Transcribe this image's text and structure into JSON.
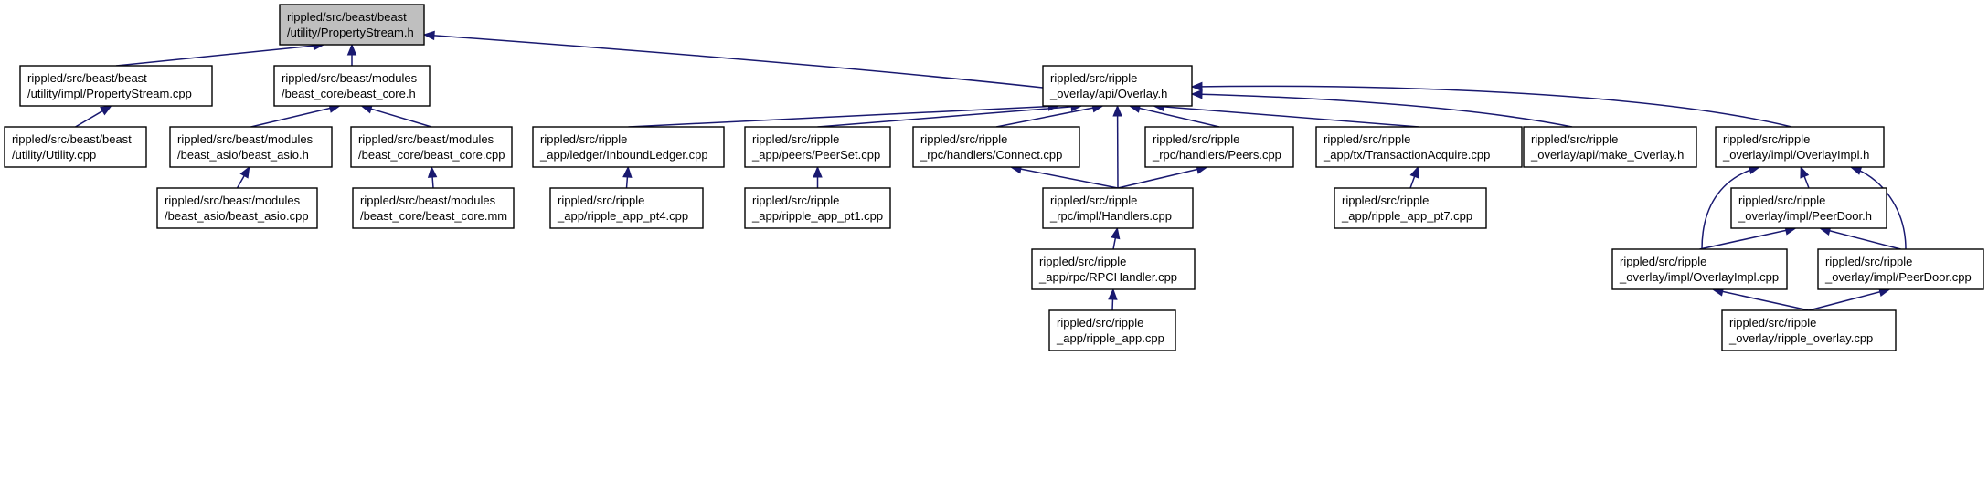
{
  "diagram": {
    "title": "",
    "nodes": [
      {
        "id": "n0",
        "lines": [
          "rippled/src/beast/beast",
          "/utility/PropertyStream.h"
        ],
        "highlight": true
      },
      {
        "id": "n1",
        "lines": [
          "rippled/src/beast/beast",
          "/utility/impl/PropertyStream.cpp"
        ]
      },
      {
        "id": "n2",
        "lines": [
          "rippled/src/beast/modules",
          "/beast_core/beast_core.h"
        ]
      },
      {
        "id": "n3",
        "lines": [
          "rippled/src/ripple",
          "_overlay/api/Overlay.h"
        ]
      },
      {
        "id": "n4",
        "lines": [
          "rippled/src/beast/beast",
          "/utility/Utility.cpp"
        ]
      },
      {
        "id": "n5",
        "lines": [
          "rippled/src/beast/modules",
          "/beast_asio/beast_asio.h"
        ]
      },
      {
        "id": "n6",
        "lines": [
          "rippled/src/beast/modules",
          "/beast_core/beast_core.cpp"
        ]
      },
      {
        "id": "n7",
        "lines": [
          "rippled/src/beast/modules",
          "/beast_asio/beast_asio.cpp"
        ]
      },
      {
        "id": "n8",
        "lines": [
          "rippled/src/beast/modules",
          "/beast_core/beast_core.mm"
        ]
      },
      {
        "id": "n9",
        "lines": [
          "rippled/src/ripple",
          "_app/ledger/InboundLedger.cpp"
        ]
      },
      {
        "id": "n10",
        "lines": [
          "rippled/src/ripple",
          "_app/peers/PeerSet.cpp"
        ]
      },
      {
        "id": "n11",
        "lines": [
          "rippled/src/ripple",
          "_rpc/handlers/Connect.cpp"
        ]
      },
      {
        "id": "n12",
        "lines": [
          "rippled/src/ripple",
          "_rpc/handlers/Peers.cpp"
        ]
      },
      {
        "id": "n13",
        "lines": [
          "rippled/src/ripple",
          "_app/tx/TransactionAcquire.cpp"
        ]
      },
      {
        "id": "n14",
        "lines": [
          "rippled/src/ripple",
          "_overlay/api/make_Overlay.h"
        ]
      },
      {
        "id": "n15",
        "lines": [
          "rippled/src/ripple",
          "_overlay/impl/OverlayImpl.h"
        ]
      },
      {
        "id": "n16",
        "lines": [
          "rippled/src/ripple",
          "_app/ripple_app_pt4.cpp"
        ]
      },
      {
        "id": "n17",
        "lines": [
          "rippled/src/ripple",
          "_app/ripple_app_pt1.cpp"
        ]
      },
      {
        "id": "n18",
        "lines": [
          "rippled/src/ripple",
          "_rpc/impl/Handlers.cpp"
        ]
      },
      {
        "id": "n19",
        "lines": [
          "rippled/src/ripple",
          "_app/ripple_app_pt7.cpp"
        ]
      },
      {
        "id": "n20",
        "lines": [
          "rippled/src/ripple",
          "_overlay/impl/PeerDoor.h"
        ]
      },
      {
        "id": "n21",
        "lines": [
          "rippled/src/ripple",
          "_app/rpc/RPCHandler.cpp"
        ]
      },
      {
        "id": "n22",
        "lines": [
          "rippled/src/ripple",
          "_overlay/impl/OverlayImpl.cpp"
        ]
      },
      {
        "id": "n23",
        "lines": [
          "rippled/src/ripple",
          "_overlay/impl/PeerDoor.cpp"
        ]
      },
      {
        "id": "n24",
        "lines": [
          "rippled/src/ripple",
          "_app/ripple_app.cpp"
        ]
      },
      {
        "id": "n25",
        "lines": [
          "rippled/src/ripple",
          "_overlay/ripple_overlay.cpp"
        ]
      }
    ],
    "edges": [
      {
        "from": "n1",
        "to": "n0"
      },
      {
        "from": "n2",
        "to": "n0"
      },
      {
        "from": "n3",
        "to": "n0"
      },
      {
        "from": "n4",
        "to": "n1"
      },
      {
        "from": "n5",
        "to": "n2"
      },
      {
        "from": "n6",
        "to": "n2"
      },
      {
        "from": "n7",
        "to": "n5"
      },
      {
        "from": "n8",
        "to": "n6"
      },
      {
        "from": "n9",
        "to": "n3"
      },
      {
        "from": "n10",
        "to": "n3"
      },
      {
        "from": "n11",
        "to": "n3"
      },
      {
        "from": "n18",
        "to": "n3"
      },
      {
        "from": "n12",
        "to": "n3"
      },
      {
        "from": "n13",
        "to": "n3"
      },
      {
        "from": "n14",
        "to": "n3"
      },
      {
        "from": "n15",
        "to": "n3"
      },
      {
        "from": "n16",
        "to": "n9"
      },
      {
        "from": "n17",
        "to": "n10"
      },
      {
        "from": "n18",
        "to": "n11"
      },
      {
        "from": "n18",
        "to": "n12"
      },
      {
        "from": "n19",
        "to": "n13"
      },
      {
        "from": "n21",
        "to": "n18"
      },
      {
        "from": "n24",
        "to": "n21"
      },
      {
        "from": "n20",
        "to": "n15"
      },
      {
        "from": "n22",
        "to": "n15"
      },
      {
        "from": "n23",
        "to": "n15"
      },
      {
        "from": "n22",
        "to": "n20"
      },
      {
        "from": "n23",
        "to": "n20"
      },
      {
        "from": "n25",
        "to": "n22"
      },
      {
        "from": "n25",
        "to": "n23"
      }
    ]
  }
}
